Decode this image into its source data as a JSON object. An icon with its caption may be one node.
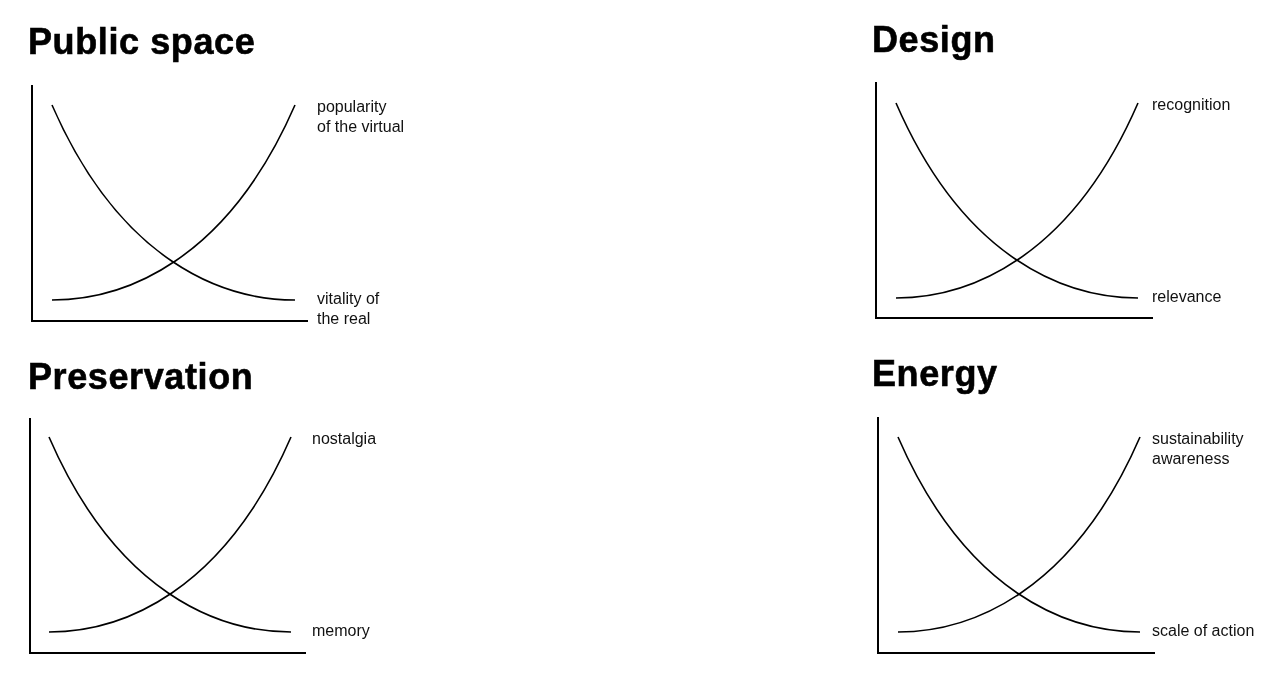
{
  "diagram": {
    "labels": [
      "Public space",
      "popularity of the virtual",
      "vitality of the real",
      "Design",
      "recognition",
      "relevance",
      "Preservation",
      "nostalgia",
      "memory",
      "Energy",
      "sustainability awareness",
      "scale of action"
    ]
  }
}
